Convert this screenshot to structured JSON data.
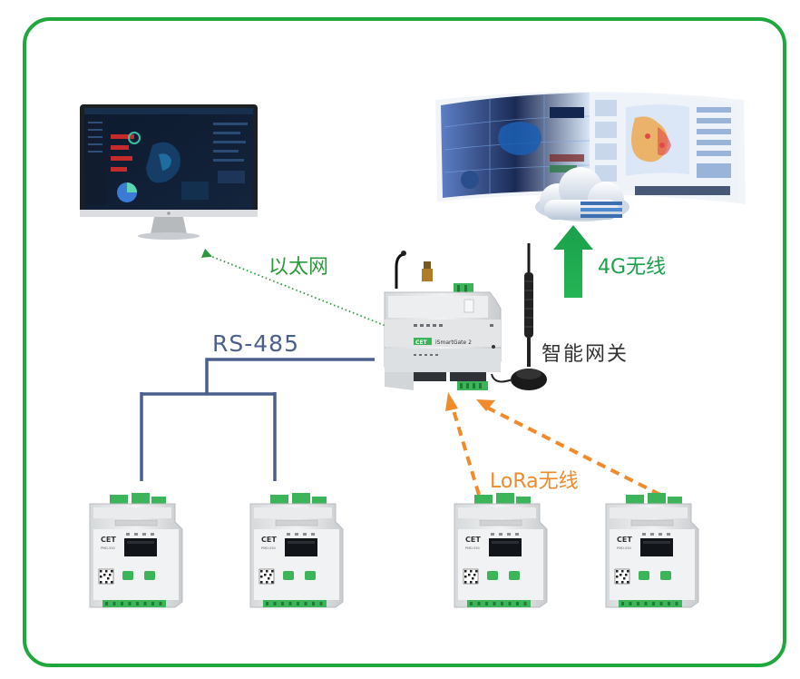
{
  "labels": {
    "ethernet": "以太网",
    "rs485": "RS-485",
    "cellular": "4G无线",
    "gateway": "智能网关",
    "lora": "LoRa无线"
  },
  "gateway_device": {
    "brand": "CET",
    "model": "iSmartGate 2"
  },
  "meter_device": {
    "brand": "CET",
    "model": "PMD-550"
  },
  "colors": {
    "frame": "#1fa83c",
    "ethernet_line": "#2a9a3c",
    "ethernet_text": "#2a9a3c",
    "rs485_line": "#4a5f8e",
    "cellular_arrow": "#1aa04a",
    "cellular_text": "#1aa04a",
    "lora_line": "#f08a2a",
    "lora_text": "#f08a2a",
    "gateway_text": "#333333",
    "device_body": "#e9ebec",
    "terminal_green": "#3cb45a"
  }
}
